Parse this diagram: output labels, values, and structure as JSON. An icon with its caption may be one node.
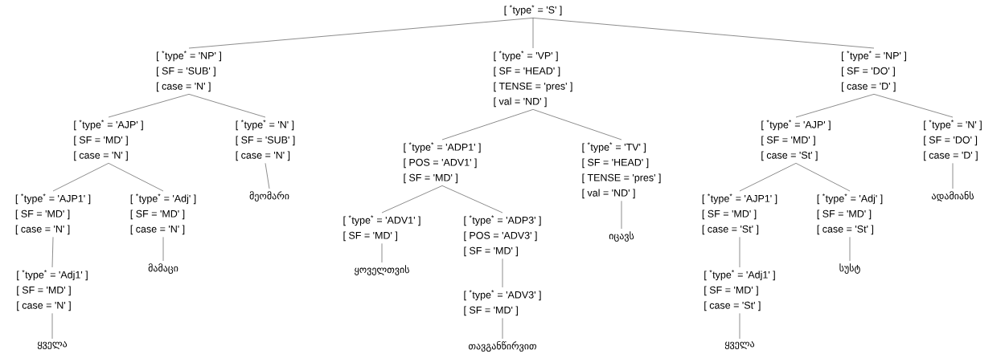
{
  "diagram": {
    "nodes": [
      {
        "text": [
          "[ $^{*}$type$^{*}$ = 'S' ]"
        ]
      },
      {
        "text": [
          "[ $^{*}$type$^{*}$ = 'NP' ]",
          "[ SF = 'SUB' ]",
          "[ case = 'N' ]"
        ]
      },
      {
        "text": [
          "[ $^{*}$type$^{*}$ = 'AJP' ]",
          "[ SF = 'MD' ]",
          "[ case = 'N' ]"
        ]
      },
      {
        "text": [
          "[ $^{*}$type$^{*}$ = 'AJP1' ]",
          "[ SF = 'MD' ]",
          "[ case = 'N' ]"
        ]
      },
      {
        "text": [
          "[ $^{*}$type$^{*}$ = 'Adj1' ]",
          "[ SF = 'MD' ]",
          "[ case = 'N' ]"
        ]
      },
      {
        "text": [
          "ყველა"
        ]
      },
      {
        "text": [
          "[ $^{*}$type$^{*}$ = 'Adj' ]",
          "[ SF = 'MD' ]",
          "[ case = 'N' ]"
        ]
      },
      {
        "text": [
          "მამაცი"
        ]
      },
      {
        "text": [
          "[ $^{*}$type$^{*}$ = 'N' ]",
          "[ SF = 'SUB' ]",
          "[ case = 'N' ]"
        ]
      },
      {
        "text": [
          "მეომარი"
        ]
      },
      {
        "text": [
          "[ $^{*}$type$^{*}$ = 'VP' ]",
          "[ SF = 'HEAD' ]",
          "[ TENSE = 'pres' ]",
          "[ val = 'ND' ]"
        ]
      },
      {
        "text": [
          "[ $^{*}$type$^{*}$ = 'ADP1' ]",
          "[ POS = 'ADV1' ]",
          "[ SF = 'MD' ]"
        ]
      },
      {
        "text": [
          "[ $^{*}$type$^{*}$ = 'ADV1' ]",
          "[ SF = 'MD' ]"
        ]
      },
      {
        "text": [
          "ყოველთვის"
        ]
      },
      {
        "text": [
          "[ $^{*}$type$^{*}$ = 'ADP3' ]",
          "[ POS = 'ADV3' ]",
          "[ SF = 'MD' ]"
        ]
      },
      {
        "text": [
          "[ $^{*}$type$^{*}$ = 'ADV3' ]",
          "[ SF = 'MD' ]"
        ]
      },
      {
        "text": [
          "თავგანწირვით"
        ]
      },
      {
        "text": [
          "[ $^{*}$type$^{*}$ = 'TV' ]",
          "[ SF = 'HEAD' ]",
          "[ TENSE = 'pres' ]",
          "[ val = 'ND' ]"
        ]
      },
      {
        "text": [
          "იცავს"
        ]
      },
      {
        "text": [
          "[ $^{*}$type$^{*}$ = 'NP' ]",
          "[ SF = 'DO' ]",
          "[ case = 'D' ]"
        ]
      },
      {
        "text": [
          "[ $^{*}$type$^{*}$ = 'AJP' ]",
          "[ SF = 'MD' ]",
          "[ case = 'St' ]"
        ]
      },
      {
        "text": [
          "[ $^{*}$type$^{*}$ = 'AJP1' ]",
          "[ SF = 'MD' ]",
          "[ case = 'St' ]"
        ]
      },
      {
        "text": [
          "[ $^{*}$type$^{*}$ = 'Adj1' ]",
          "[ SF = 'MD' ]",
          "[ case = 'St' ]"
        ]
      },
      {
        "text": [
          "ყველა"
        ]
      },
      {
        "text": [
          "[ $^{*}$type$^{*}$ = 'Adj' ]",
          "[ SF = 'MD' ]",
          "[ case = 'St' ]"
        ]
      },
      {
        "text": [
          "სუსტ"
        ]
      },
      {
        "text": [
          "[ $^{*}$type$^{*}$ = 'N' ]",
          "[ SF = 'DO' ]",
          "[ case = 'D' ]"
        ]
      },
      {
        "text": [
          "ადამიანს"
        ]
      }
    ],
    "edges": [
      {
        "from": 0,
        "to": 1,
        "arrow": "none"
      },
      {
        "from": 1,
        "to": 2,
        "arrow": "none"
      },
      {
        "from": 2,
        "to": 3,
        "arrow": "none"
      },
      {
        "from": 3,
        "to": 4,
        "arrow": "none"
      },
      {
        "from": 4,
        "to": 5,
        "arrow": "none"
      },
      {
        "from": 2,
        "to": 6,
        "arrow": "none"
      },
      {
        "from": 6,
        "to": 7,
        "arrow": "none"
      },
      {
        "from": 1,
        "to": 8,
        "arrow": "none"
      },
      {
        "from": 8,
        "to": 9,
        "arrow": "none"
      },
      {
        "from": 0,
        "to": 10,
        "arrow": "none"
      },
      {
        "from": 10,
        "to": 11,
        "arrow": "none"
      },
      {
        "from": 11,
        "to": 12,
        "arrow": "none"
      },
      {
        "from": 12,
        "to": 13,
        "arrow": "none"
      },
      {
        "from": 11,
        "to": 14,
        "arrow": "none"
      },
      {
        "from": 14,
        "to": 15,
        "arrow": "none"
      },
      {
        "from": 15,
        "to": 16,
        "arrow": "none"
      },
      {
        "from": 10,
        "to": 17,
        "arrow": "none"
      },
      {
        "from": 17,
        "to": 18,
        "arrow": "none"
      },
      {
        "from": 0,
        "to": 19,
        "arrow": "none"
      },
      {
        "from": 19,
        "to": 20,
        "arrow": "none"
      },
      {
        "from": 20,
        "to": 21,
        "arrow": "none"
      },
      {
        "from": 21,
        "to": 22,
        "arrow": "none"
      },
      {
        "from": 22,
        "to": 23,
        "arrow": "none"
      },
      {
        "from": 20,
        "to": 24,
        "arrow": "none"
      },
      {
        "from": 24,
        "to": 25,
        "arrow": "none"
      },
      {
        "from": 19,
        "to": 26,
        "arrow": "none"
      },
      {
        "from": 26,
        "to": 27,
        "arrow": "none"
      }
    ]
  }
}
